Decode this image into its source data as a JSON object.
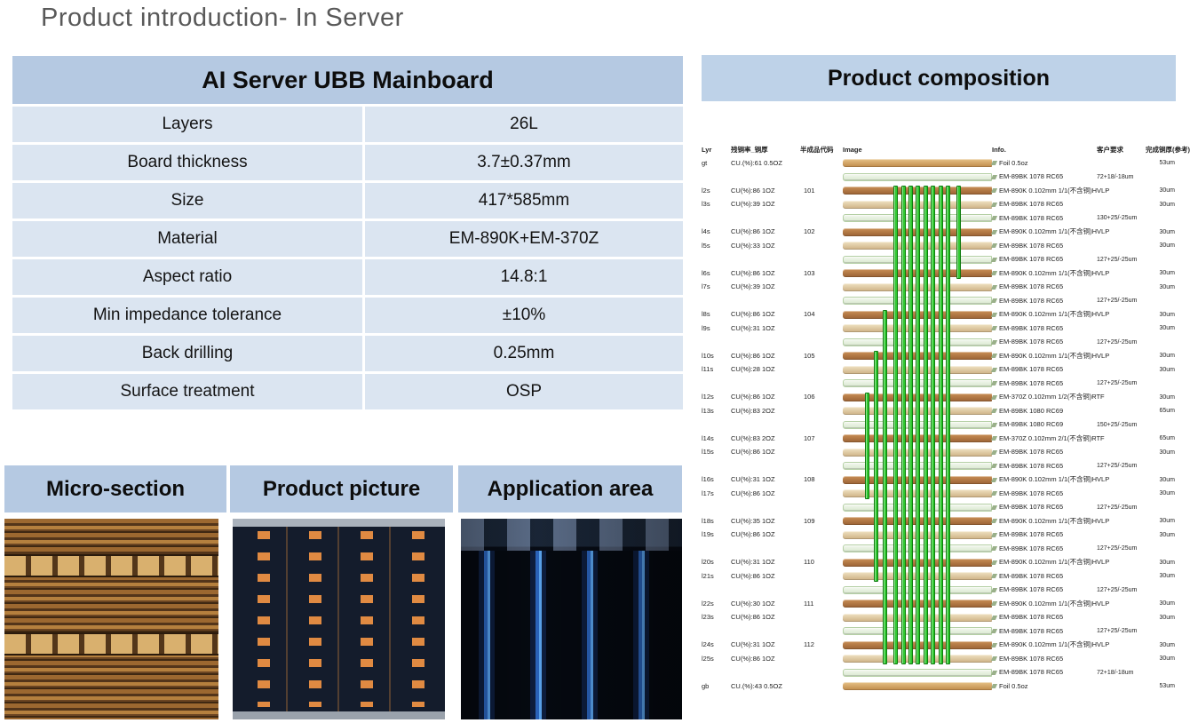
{
  "title": "Product introduction- In Server",
  "palette": {
    "header_bg": "#b5c9e2",
    "row_bg": "#dbe5f1",
    "comp_header_bg": "#bed2e8",
    "via_green": "#2ec82e",
    "title_gray": "#595959"
  },
  "spec_table": {
    "title": "AI Server UBB Mainboard",
    "rows": [
      {
        "label": "Layers",
        "value": "26L"
      },
      {
        "label": "Board thickness",
        "value": "3.7±0.37mm"
      },
      {
        "label": "Size",
        "value": "417*585mm"
      },
      {
        "label": "Material",
        "value": "EM-890K+EM-370Z"
      },
      {
        "label": "Aspect ratio",
        "value": "14.8:1"
      },
      {
        "label": "Min impedance tolerance",
        "value": "±10%"
      },
      {
        "label": "Back drilling",
        "value": "0.25mm"
      },
      {
        "label": "Surface treatment",
        "value": "OSP"
      }
    ]
  },
  "panels": [
    {
      "title": "Micro-section"
    },
    {
      "title": "Product picture"
    },
    {
      "title": "Application area"
    }
  ],
  "composition": {
    "title": "Product composition",
    "columns": [
      "Lyr",
      "残铜率_铜厚",
      "半成品代码",
      "Image",
      "Info.",
      "客户要求",
      "完成铜厚(参考)"
    ],
    "rows": [
      {
        "lyr": "gt",
        "cu": "CU.(%):61  0.5OZ",
        "bar": "foil",
        "info": "Foil 0.5oz",
        "thk": "53um"
      },
      {
        "bar": "pp",
        "info": "EM-89BK 1078 RC65",
        "req": "72+18/-18um"
      },
      {
        "lyr": "l2s",
        "cu": "CU(%):86  1OZ",
        "code": "101",
        "bar": "core",
        "info": "EM-890K 0.102mm 1/1(不含铜)HVLP",
        "thk": "30um"
      },
      {
        "lyr": "l3s",
        "cu": "CU(%):39  1OZ",
        "bar": "cu",
        "info": "EM-89BK 1078 RC65",
        "thk": "30um"
      },
      {
        "bar": "pp",
        "info": "EM-89BK 1078 RC65",
        "req": "130+25/-25um"
      },
      {
        "lyr": "l4s",
        "cu": "CU(%):86  1OZ",
        "code": "102",
        "bar": "core",
        "info": "EM-890K 0.102mm 1/1(不含铜)HVLP",
        "thk": "30um"
      },
      {
        "lyr": "l5s",
        "cu": "CU(%):33  1OZ",
        "bar": "cu",
        "info": "EM-89BK 1078 RC65",
        "thk": "30um"
      },
      {
        "bar": "pp",
        "info": "EM-89BK 1078 RC65",
        "req": "127+25/-25um"
      },
      {
        "lyr": "l6s",
        "cu": "CU(%):86  1OZ",
        "code": "103",
        "bar": "core",
        "info": "EM-890K 0.102mm 1/1(不含铜)HVLP",
        "thk": "30um"
      },
      {
        "lyr": "l7s",
        "cu": "CU(%):39  1OZ",
        "bar": "cu",
        "info": "EM-89BK 1078 RC65",
        "thk": "30um"
      },
      {
        "bar": "pp",
        "info": "EM-89BK 1078 RC65",
        "req": "127+25/-25um"
      },
      {
        "lyr": "l8s",
        "cu": "CU(%):86  1OZ",
        "code": "104",
        "bar": "core",
        "info": "EM-890K 0.102mm 1/1(不含铜)HVLP",
        "thk": "30um"
      },
      {
        "lyr": "l9s",
        "cu": "CU(%):31  1OZ",
        "bar": "cu",
        "info": "EM-89BK 1078 RC65",
        "thk": "30um"
      },
      {
        "bar": "pp",
        "info": "EM-89BK 1078 RC65",
        "req": "127+25/-25um"
      },
      {
        "lyr": "l10s",
        "cu": "CU(%):86  1OZ",
        "code": "105",
        "bar": "core",
        "info": "EM-890K 0.102mm 1/1(不含铜)HVLP",
        "thk": "30um"
      },
      {
        "lyr": "l11s",
        "cu": "CU(%):28  1OZ",
        "bar": "cu",
        "info": "EM-89BK 1078 RC65",
        "thk": "30um"
      },
      {
        "bar": "pp",
        "info": "EM-89BK 1078 RC65",
        "req": "127+25/-25um"
      },
      {
        "lyr": "l12s",
        "cu": "CU(%):86  1OZ",
        "code": "106",
        "bar": "core",
        "info": "EM-370Z 0.102mm 1/2(不含铜)RTF",
        "thk": "30um"
      },
      {
        "lyr": "l13s",
        "cu": "CU(%):83  2OZ",
        "bar": "cu",
        "info": "EM-89BK 1080 RC69",
        "thk": "65um"
      },
      {
        "bar": "pp",
        "info": "EM-89BK 1080 RC69",
        "req": "150+25/-25um"
      },
      {
        "lyr": "l14s",
        "cu": "CU(%):83  2OZ",
        "code": "107",
        "bar": "core",
        "info": "EM-370Z 0.102mm 2/1(不含铜)RTF",
        "thk": "65um"
      },
      {
        "lyr": "l15s",
        "cu": "CU(%):86  1OZ",
        "bar": "cu",
        "info": "EM-89BK 1078 RC65",
        "thk": "30um"
      },
      {
        "bar": "pp",
        "info": "EM-89BK 1078 RC65",
        "req": "127+25/-25um"
      },
      {
        "lyr": "l16s",
        "cu": "CU(%):31  1OZ",
        "code": "108",
        "bar": "core",
        "info": "EM-890K 0.102mm 1/1(不含铜)HVLP",
        "thk": "30um"
      },
      {
        "lyr": "l17s",
        "cu": "CU(%):86  1OZ",
        "bar": "cu",
        "info": "EM-89BK 1078 RC65",
        "thk": "30um"
      },
      {
        "bar": "pp",
        "info": "EM-89BK 1078 RC65",
        "req": "127+25/-25um"
      },
      {
        "lyr": "l18s",
        "cu": "CU(%):35  1OZ",
        "code": "109",
        "bar": "core",
        "info": "EM-890K 0.102mm 1/1(不含铜)HVLP",
        "thk": "30um"
      },
      {
        "lyr": "l19s",
        "cu": "CU(%):86  1OZ",
        "bar": "cu",
        "info": "EM-89BK 1078 RC65",
        "thk": "30um"
      },
      {
        "bar": "pp",
        "info": "EM-89BK 1078 RC65",
        "req": "127+25/-25um"
      },
      {
        "lyr": "l20s",
        "cu": "CU(%):31  1OZ",
        "code": "110",
        "bar": "core",
        "info": "EM-890K 0.102mm 1/1(不含铜)HVLP",
        "thk": "30um"
      },
      {
        "lyr": "l21s",
        "cu": "CU(%):86  1OZ",
        "bar": "cu",
        "info": "EM-89BK 1078 RC65",
        "thk": "30um"
      },
      {
        "bar": "pp",
        "info": "EM-89BK 1078 RC65",
        "req": "127+25/-25um"
      },
      {
        "lyr": "l22s",
        "cu": "CU(%):30  1OZ",
        "code": "111",
        "bar": "core",
        "info": "EM-890K 0.102mm 1/1(不含铜)HVLP",
        "thk": "30um"
      },
      {
        "lyr": "l23s",
        "cu": "CU(%):86  1OZ",
        "bar": "cu",
        "info": "EM-89BK 1078 RC65",
        "thk": "30um"
      },
      {
        "bar": "pp",
        "info": "EM-89BK 1078 RC65",
        "req": "127+25/-25um"
      },
      {
        "lyr": "l24s",
        "cu": "CU(%):31  1OZ",
        "code": "112",
        "bar": "core",
        "info": "EM-890K 0.102mm 1/1(不含铜)HVLP",
        "thk": "30um"
      },
      {
        "lyr": "l25s",
        "cu": "CU(%):86  1OZ",
        "bar": "cu",
        "info": "EM-89BK 1078 RC65",
        "thk": "30um"
      },
      {
        "bar": "pp",
        "info": "EM-89BK 1078 RC65",
        "req": "72+18/-18um"
      },
      {
        "lyr": "gb",
        "cu": "CU.(%):43  0.5OZ",
        "bar": "foil",
        "info": "Foil 0.5oz",
        "thk": "53um"
      }
    ],
    "vias": [
      {
        "x": 0.34,
        "from": 2,
        "to": 36
      },
      {
        "x": 0.39,
        "from": 2,
        "to": 36
      },
      {
        "x": 0.44,
        "from": 2,
        "to": 36
      },
      {
        "x": 0.49,
        "from": 2,
        "to": 36
      },
      {
        "x": 0.54,
        "from": 2,
        "to": 36
      },
      {
        "x": 0.59,
        "from": 2,
        "to": 36
      },
      {
        "x": 0.64,
        "from": 2,
        "to": 36
      },
      {
        "x": 0.69,
        "from": 2,
        "to": 36
      },
      {
        "x": 0.27,
        "from": 11,
        "to": 36
      },
      {
        "x": 0.21,
        "from": 14,
        "to": 30
      },
      {
        "x": 0.15,
        "from": 17,
        "to": 24
      },
      {
        "x": 0.76,
        "from": 2,
        "to": 8
      }
    ]
  }
}
